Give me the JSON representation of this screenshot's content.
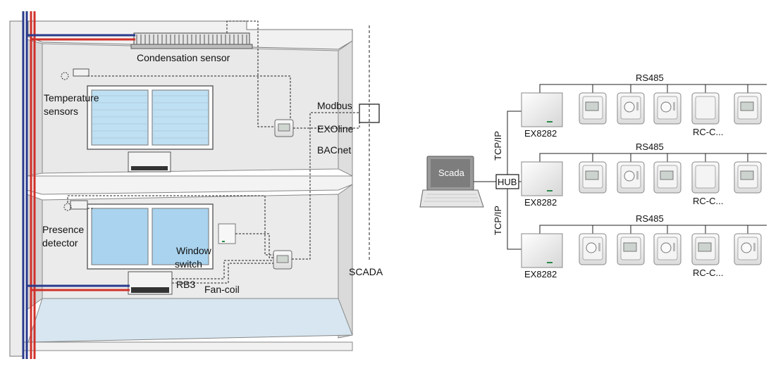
{
  "building": {
    "labels": {
      "condensation_sensor": "Condensation sensor",
      "temperature_sensors_l1": "Temperature",
      "temperature_sensors_l2": "sensors",
      "modbus": "Modbus",
      "exoline": "EXOline",
      "bacnet": "BACnet",
      "presence_l1": "Presence",
      "presence_l2": "detector",
      "window_l1": "Window",
      "window_l2": "switch",
      "rb3": "RB3",
      "fancoil": "Fan-coil",
      "scada": "SCADA"
    },
    "colors": {
      "supply_pipe": "#d0302a",
      "return_pipe": "#2a3a8c",
      "window_glass": "#a9d3ee",
      "floor": "#d7e6f0",
      "wall": "#e6e6e6"
    }
  },
  "network": {
    "laptop_label": "Scada",
    "hub_label": "HUB",
    "tcpip_label": "TCP/IP",
    "rows": [
      {
        "bus_label": "RS485",
        "controller_label": "EX8282",
        "room_unit_label": "RC-C..."
      },
      {
        "bus_label": "RS485",
        "controller_label": "EX8282",
        "room_unit_label": "RC-C..."
      },
      {
        "bus_label": "RS485",
        "controller_label": "EX8282",
        "room_unit_label": "RC-C..."
      }
    ],
    "row_unit_types": [
      [
        "display",
        "knob",
        "knob",
        "blank",
        "display"
      ],
      [
        "display",
        "knob",
        "display",
        "blank",
        "display"
      ],
      [
        "knob",
        "display",
        "knob",
        "display",
        "knob"
      ]
    ]
  }
}
